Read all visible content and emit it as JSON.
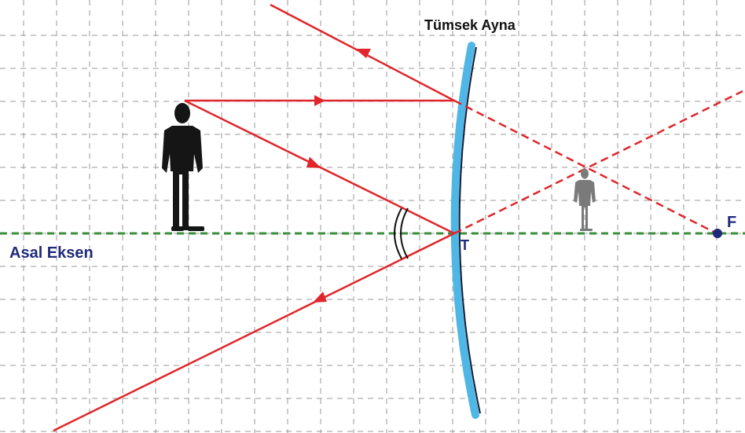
{
  "labels": {
    "mirror": "Tümsek Ayna",
    "axis": "Asal Eksen",
    "vertex": "T",
    "focus": "F"
  },
  "colors": {
    "grid": "#9a9a9a",
    "ray": "#e0262a",
    "axis": "#3a8f3a",
    "mirror_fill": "#4fb7e6",
    "mirror_edge": "#1a1a2e",
    "label": "#1f2a7a",
    "object": "#151515",
    "image": "#7a7a7a"
  },
  "icons": {
    "object": "standing-man-silhouette",
    "image": "small-standing-man-silhouette",
    "angle_marker": "double-arc-angle-marker",
    "arrowheads": "triangle-arrowheads"
  }
}
